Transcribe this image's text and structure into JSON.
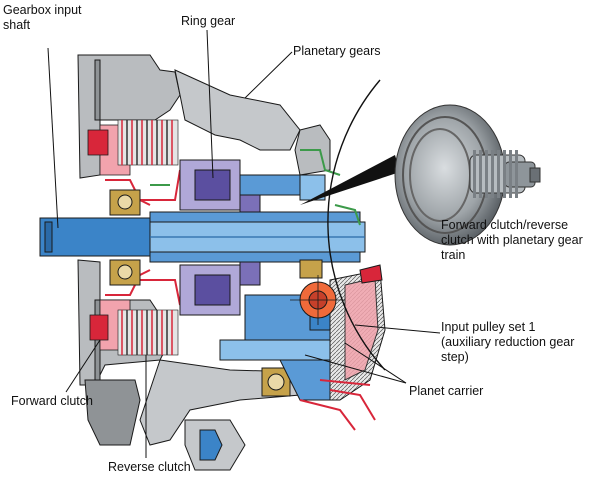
{
  "labels": {
    "gearbox_input_shaft": "Gearbox input\nshaft",
    "ring_gear": "Ring gear",
    "planetary_gears": "Planetary gears",
    "forward_reverse_clutch": "Forward clutch/reverse\nclutch with planetary gear\ntrain",
    "input_pulley_set": "Input pulley set 1\n(auxiliary reduction gear\nstep)",
    "planet_carrier": "Planet carrier",
    "forward_clutch": "Forward clutch",
    "reverse_clutch": "Reverse clutch"
  },
  "colors": {
    "housing": "#b9bcbf",
    "housing_dark": "#8f9396",
    "shaft_blue": "#3b84c8",
    "shaft_light": "#8cc0ea",
    "clutch_red": "#d8263a",
    "clutch_pink": "#f2a3ad",
    "planet_purple": "#5b4fa0",
    "planet_light": "#b0a8d8",
    "bearing_gold": "#c6a24a",
    "oil_green": "#3c9a4a",
    "outline": "#1a1a1a"
  }
}
